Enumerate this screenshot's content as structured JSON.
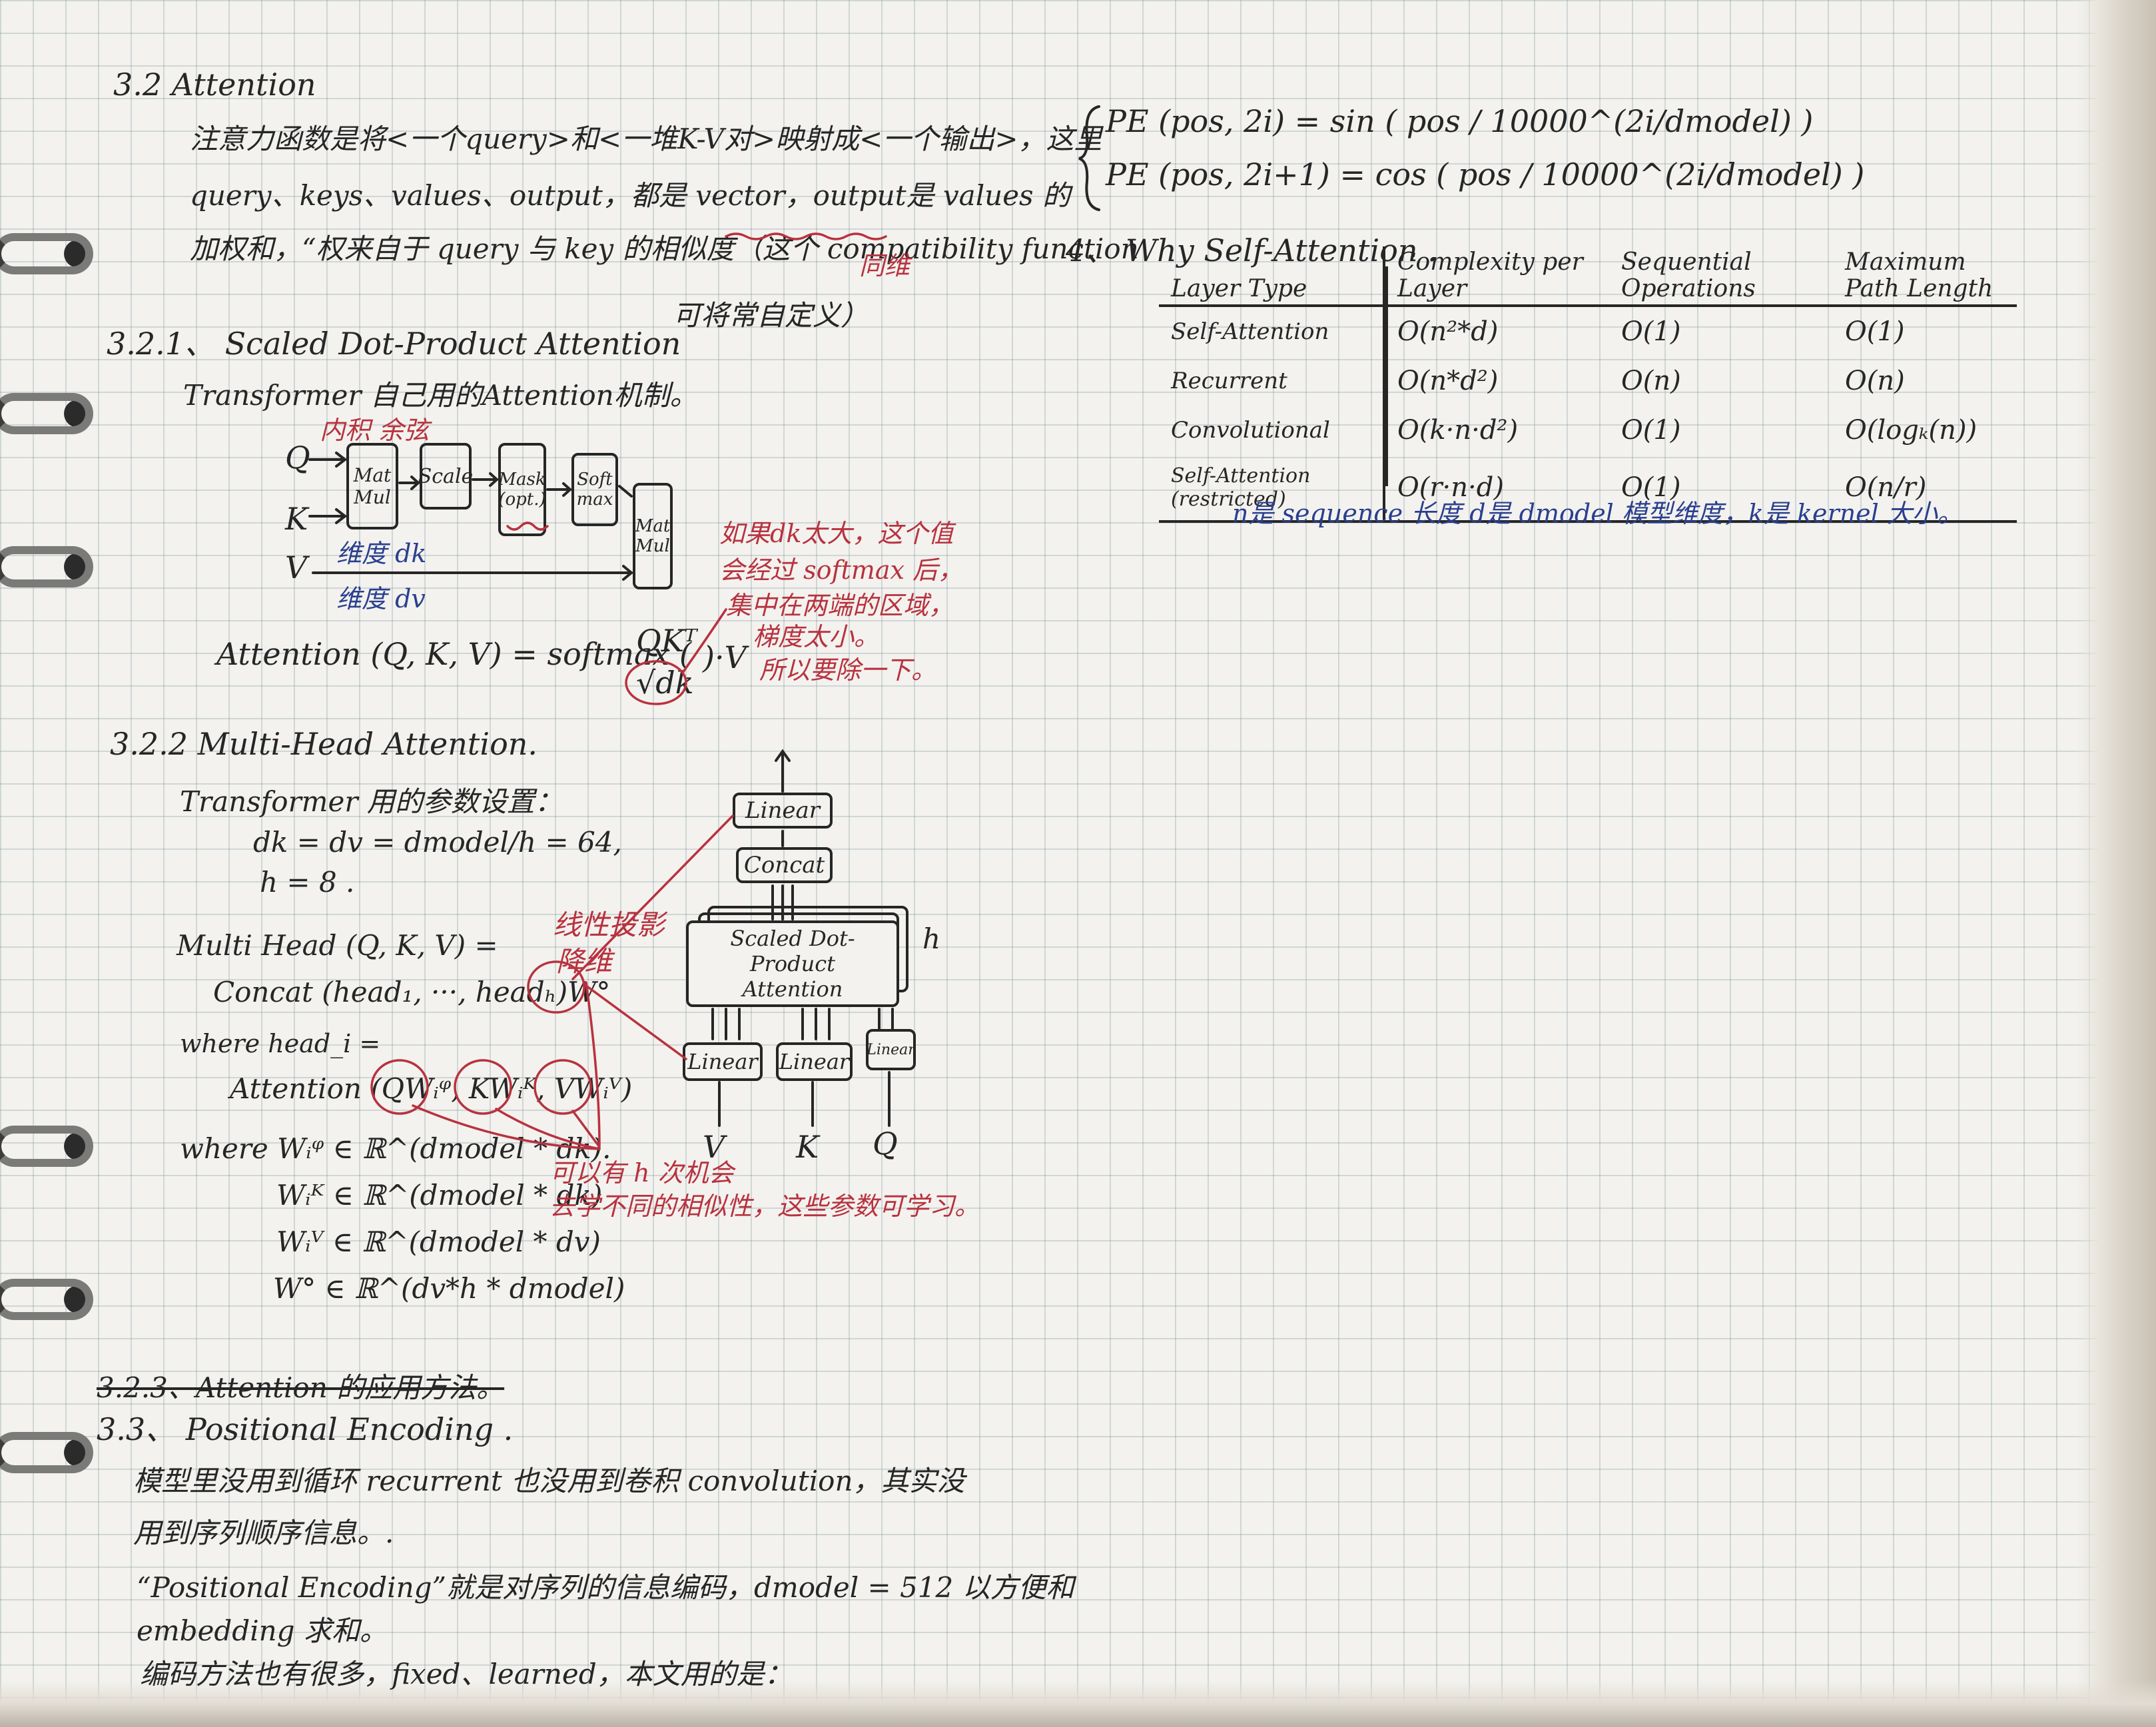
{
  "s32": {
    "heading": "3.2 Attention",
    "p1": "注意力函数是将<一个query>和<一堆K-V对>映射成<一个输出>，这里",
    "p2": "query、keys、values、output，都是 vector，output是 values 的",
    "p3": "加权和，“权来自于 query 与 key 的相似度（这个 compatibility function",
    "p3_note": "可将常自定义）",
    "p3_annot": "同维"
  },
  "s321": {
    "heading": "3.2.1、 Scaled Dot-Product Attention",
    "line1": "Transformer 自己用的Attention机制。",
    "note_inner": "内积 余弦",
    "q": "Q",
    "k": "K",
    "v": "V",
    "dk_label": "维度 dk",
    "dv_label": "维度 dv",
    "box_matmul1": "Mat Mul",
    "box_scale": "Scale",
    "box_mask": "Mask (opt.)",
    "box_softmax": "Soft max",
    "box_matmul2": "Mat Mul",
    "formula_lhs": "Attention (Q, K, V) = softmax (",
    "formula_num": "QKᵀ",
    "formula_den": "√dk",
    "formula_rhs": ")·V",
    "red_note": [
      "如果dk太大，这个值",
      "会经过 softmax 后，",
      "集中在两端的区域，",
      "梯度太小。",
      "所以要除一下。"
    ]
  },
  "s322": {
    "heading": "3.2.2 Multi-Head Attention.",
    "line1": "Transformer 用的参数设置：",
    "line2": "dk = dv = dmodel/h = 64,",
    "line3": "h = 8 .",
    "mh1": "Multi Head (Q, K, V) =",
    "mh2": "Concat (head₁, ···, headₕ)W°",
    "mh3": "where head_i =",
    "mh4": "Attention (QWᵢᵠ, KWᵢᴷ, VWᵢⱽ)",
    "w1": "where Wᵢᵠ ∈ ℝ^(dmodel * dk).",
    "w2": "Wᵢᴷ ∈ ℝ^(dmodel * dk)",
    "w3": "Wᵢⱽ ∈ ℝ^(dmodel * dv)",
    "w4": "W° ∈ ℝ^(dv*h * dmodel)",
    "red1": "线性投影",
    "red2": "降维",
    "red3": "可以有 h 次机会",
    "red4": "去学不同的相似性，这些参数可学习。",
    "d_linear": "Linear",
    "d_concat": "Concat",
    "d_sdpa1": "Scaled Dot-Product",
    "d_sdpa2": "Attention",
    "d_h": "h",
    "d_linear_a": "Linear",
    "d_linear_b": "Linear",
    "d_linear_c": "Linear",
    "d_v": "V",
    "d_k": "K",
    "d_q": "Q"
  },
  "s323": {
    "heading": "3.2.3、Attention 的应用方法。"
  },
  "s33": {
    "heading": "3.3、 Positional Encoding .",
    "l1": "模型里没用到循环 recurrent 也没用到卷积 convolution，其实没",
    "l2": "用到序列顺序信息。.",
    "l3": "“Positional Encoding”就是对序列的信息编码，dmodel = 512 以方便和",
    "l4": "embedding 求和。",
    "l5": "编码方法也有很多，fixed、learned，本文用的是："
  },
  "pe": {
    "l1": "PE (pos, 2i)  =  sin ( pos / 10000^(2i/dmodel) )",
    "l2": "PE (pos, 2i+1) =  cos ( pos / 10000^(2i/dmodel) )"
  },
  "s4": {
    "heading": "4、 Why Self-Attention .",
    "headers": [
      "Layer Type",
      "Complexity per Layer",
      "Sequential Operations",
      "Maximum Path Length"
    ],
    "rows": [
      [
        "Self-Attention",
        "O(n²*d)",
        "O(1)",
        "O(1)"
      ],
      [
        "Recurrent",
        "O(n*d²)",
        "O(n)",
        "O(n)"
      ],
      [
        "Convolutional",
        "O(k·n·d²)",
        "O(1)",
        "O(logₖ(n))"
      ],
      [
        "Self-Attention (restricted)",
        "O(r·n·d)",
        "O(1)",
        "O(n/r)"
      ]
    ],
    "note": "n是 sequence 长度  d是 dmodel 模型维度，k是 kernel 大小。"
  }
}
